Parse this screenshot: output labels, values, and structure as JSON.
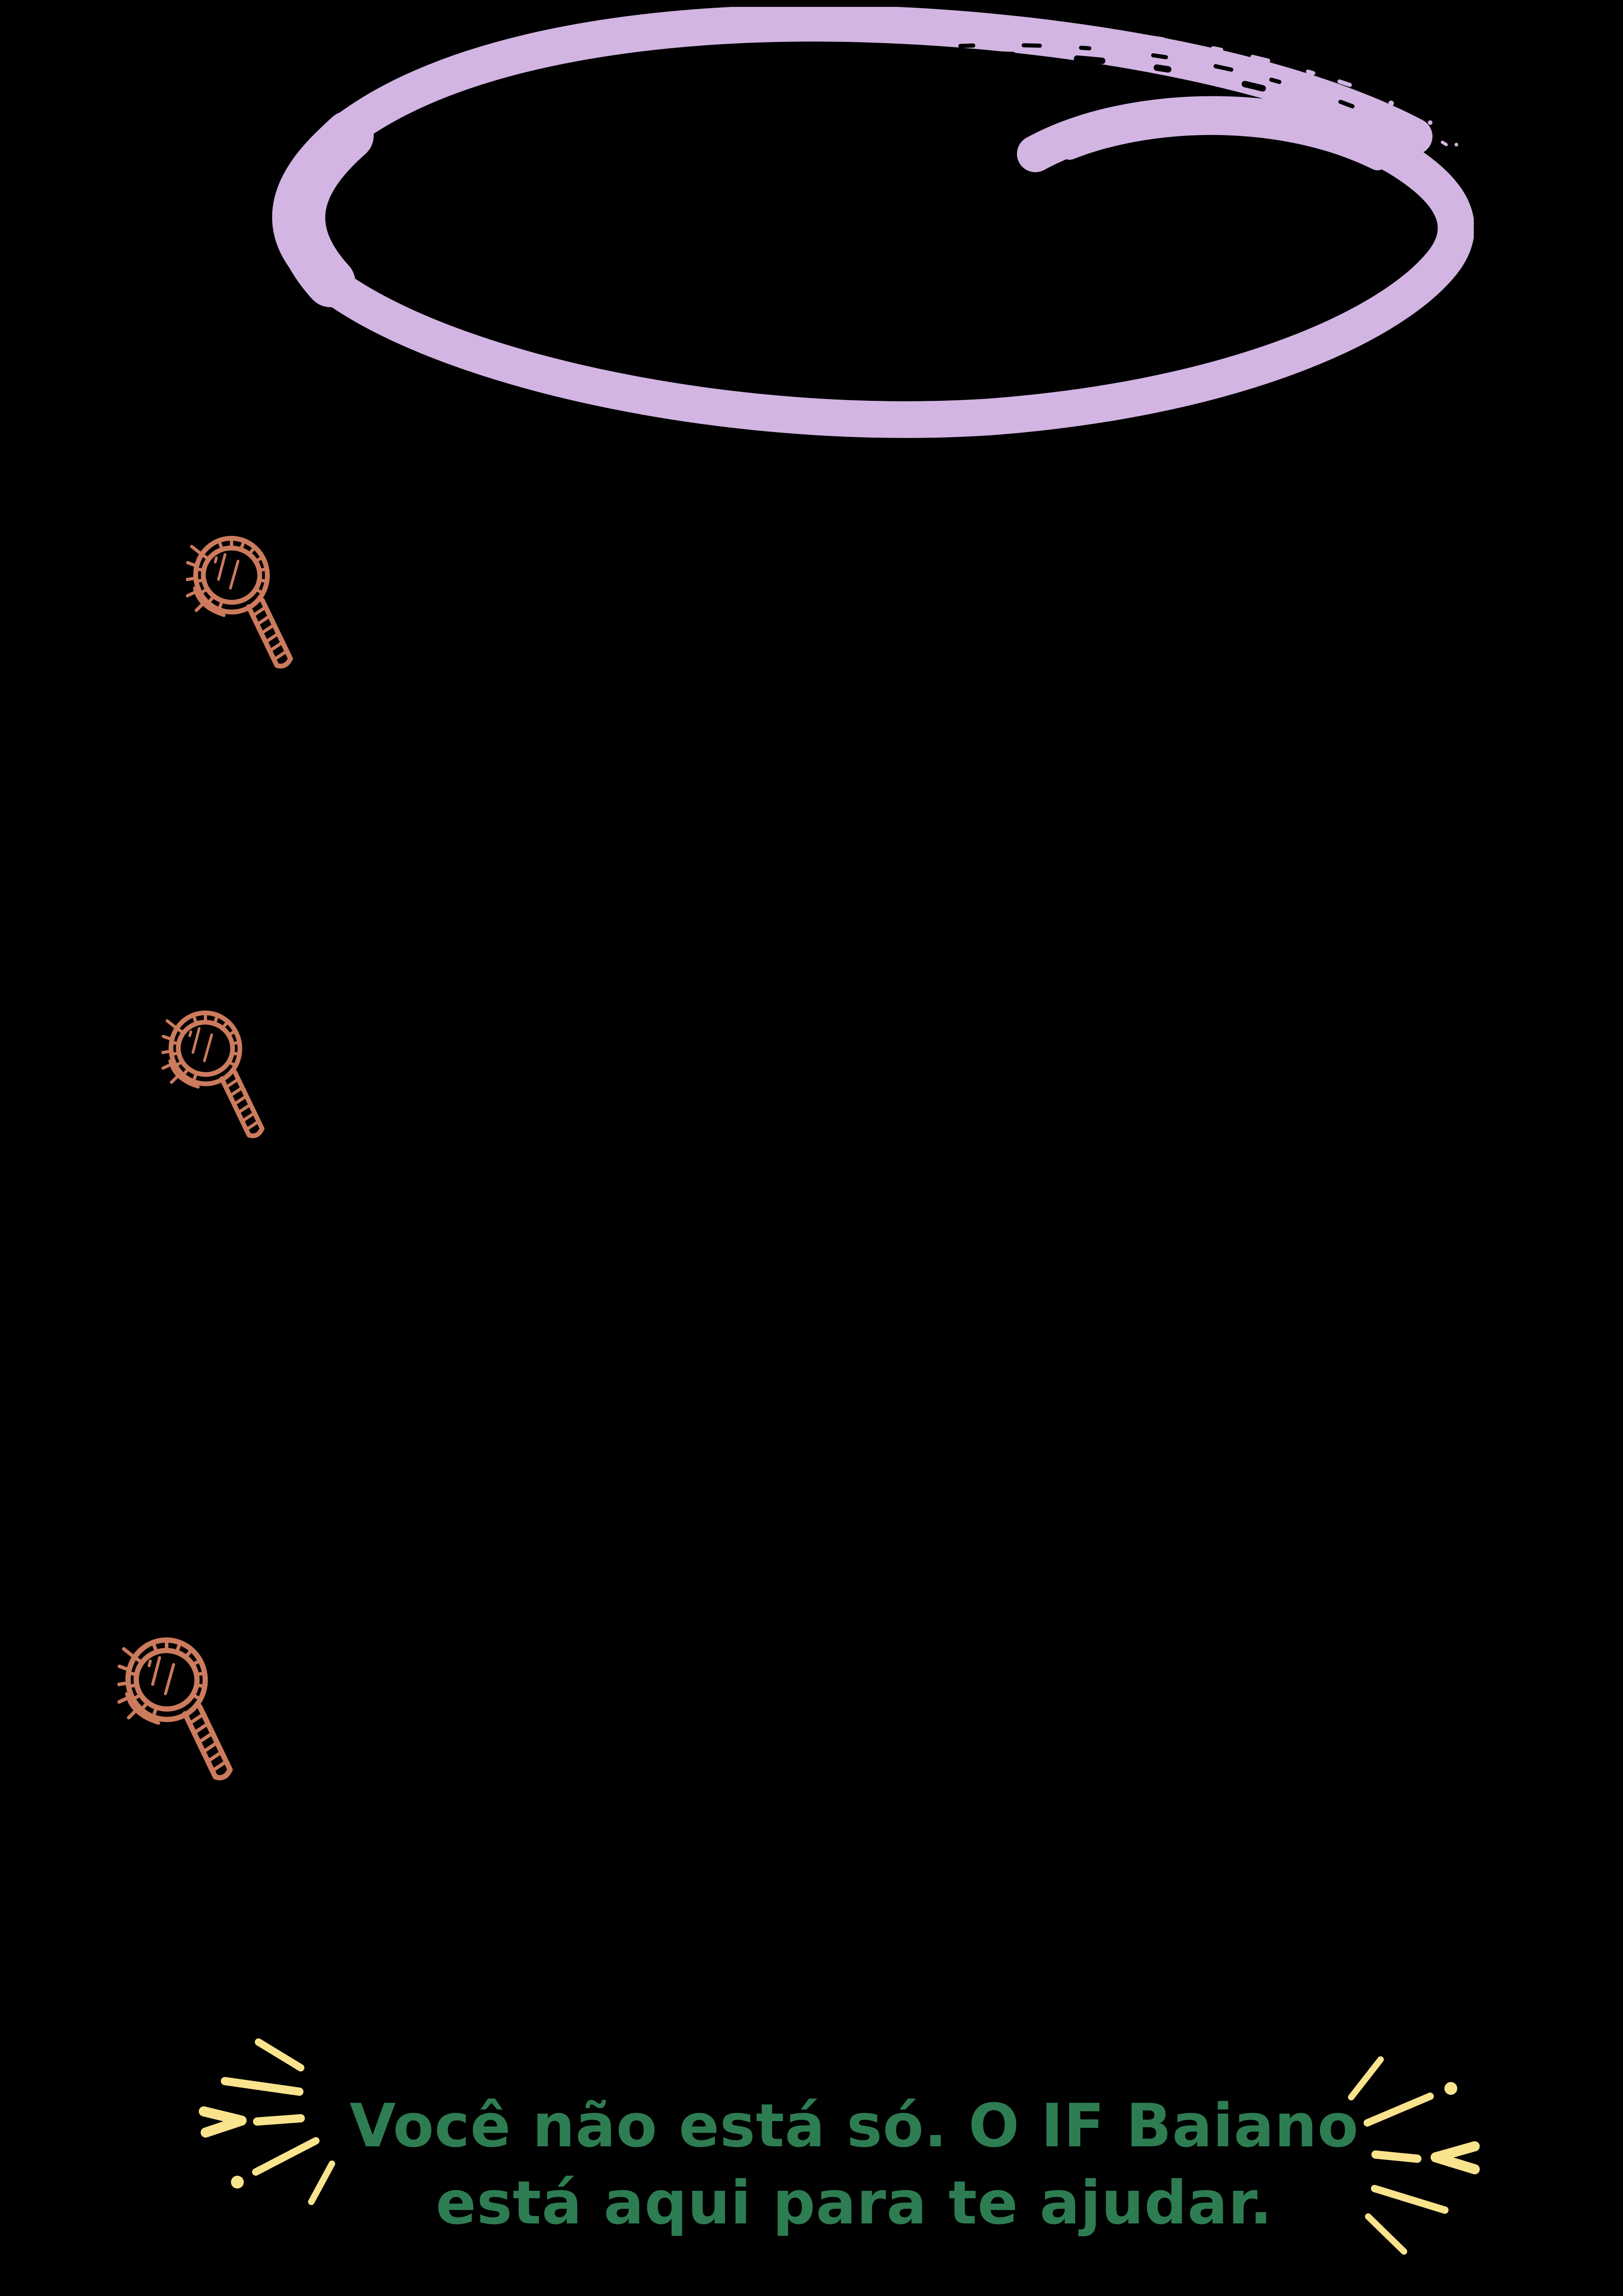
{
  "canvas": {
    "background_color": "#000000"
  },
  "decorations": {
    "highlight_ellipse": {
      "color": "#D2B5E3",
      "style": "hand-drawn brush ellipse with inward curl"
    },
    "magnifier_icons": {
      "color": "#CC7B5D",
      "count": 3,
      "style": "hand-sketched magnifying glass"
    },
    "sparkles": {
      "color": "#FAE38D",
      "style": "hand-drawn rays, hearts and dots"
    }
  },
  "footer": {
    "message_line1": "Você não está só. O IF Baiano",
    "message_line2": "está aqui para te ajudar.",
    "color": "#2E7D52"
  }
}
